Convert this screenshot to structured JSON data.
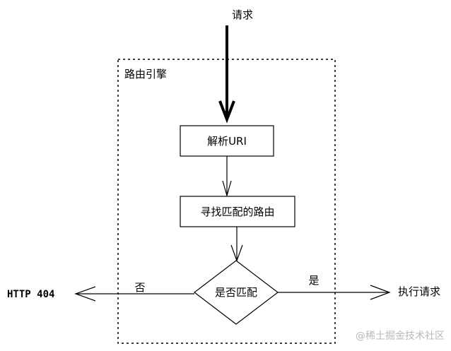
{
  "diagram": {
    "request_label": "请求",
    "engine_label": "路由引擎",
    "step_parse": "解析URI",
    "step_find": "寻找匹配的路由",
    "decision": "是否匹配",
    "no_label": "否",
    "yes_label": "是",
    "outcome_no": "HTTP 404",
    "outcome_yes": "执行请求"
  },
  "watermark": "@稀土掘金技术社区"
}
